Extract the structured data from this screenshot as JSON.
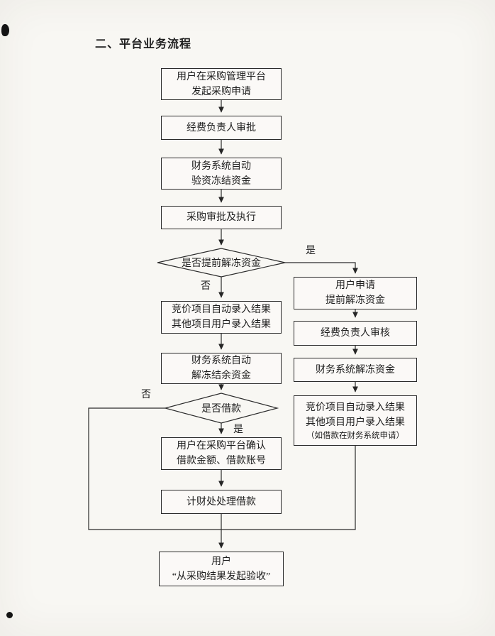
{
  "page": {
    "title": "二、平台业务流程"
  },
  "flow": {
    "n1": "用户在采购管理平台\n发起采购申请",
    "n2": "经费负责人审批",
    "n3": "财务系统自动\n验资冻结资金",
    "n4": "采购审批及执行",
    "d1": "是否提前解冻资金",
    "n5": "竞价项目自动录入结果\n其他项目用户录入结果",
    "n6": "财务系统自动\n解冻结余资金",
    "d2": "是否借款",
    "n7": "用户在采购平台确认\n借款金额、借款账号",
    "n8": "计财处处理借款",
    "n9": "用户\n“从采购结果发起验收”",
    "r1": "用户申请\n提前解冻资金",
    "r2": "经费负责人审核",
    "r3": "财务系统解冻资金",
    "r4": "竞价项目自动录入结果\n其他项目用户录入结果",
    "r4_note": "（如借款在财务系统申请）",
    "labels": {
      "d1_yes": "是",
      "d1_no": "否",
      "d2_no": "否",
      "d2_yes": "是"
    }
  },
  "colors": {
    "line": "#2b2b2b",
    "paper": "#f8f7f3"
  }
}
